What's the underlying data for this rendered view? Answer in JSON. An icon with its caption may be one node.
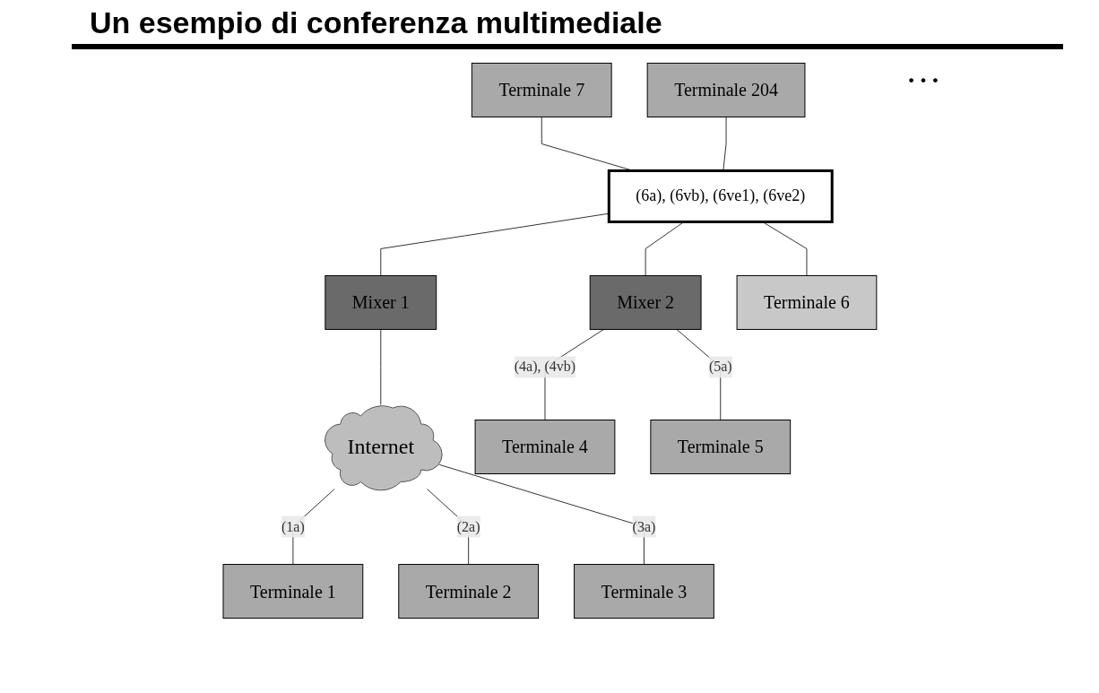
{
  "diagram": {
    "title": "Un esempio di conferenza multimediale",
    "nodes": [
      {
        "text": [
          "Terminale 7"
        ]
      },
      {
        "text": [
          "Terminale 204"
        ]
      },
      {
        "text": [
          "(6a), (6vb), (6ve1), (6ve2)"
        ]
      },
      {
        "text": [
          "Mixer 1"
        ]
      },
      {
        "text": [
          "Mixer 2"
        ]
      },
      {
        "text": [
          "Terminale 6"
        ]
      },
      {
        "text": [
          "Internet"
        ]
      },
      {
        "text": [
          "Terminale 1"
        ]
      },
      {
        "text": [
          "Terminale 2"
        ]
      },
      {
        "text": [
          "Terminale 3"
        ]
      },
      {
        "text": [
          "Terminale 4"
        ]
      },
      {
        "text": [
          "Terminale 5"
        ]
      }
    ],
    "edges": [
      {
        "from": 0,
        "to": 2,
        "arrow": "none"
      },
      {
        "from": 1,
        "to": 2,
        "arrow": "none"
      },
      {
        "from": 2,
        "to": 3,
        "arrow": "none"
      },
      {
        "from": 2,
        "to": 4,
        "arrow": "none"
      },
      {
        "from": 2,
        "to": 5,
        "arrow": "none"
      },
      {
        "from": 3,
        "to": 6,
        "arrow": "none"
      },
      {
        "from": 6,
        "to": 7,
        "label": "(1a)",
        "arrow": "none"
      },
      {
        "from": 6,
        "to": 8,
        "label": "(2a)",
        "arrow": "none"
      },
      {
        "from": 6,
        "to": 9,
        "label": "(3a)",
        "arrow": "none"
      },
      {
        "from": 4,
        "to": 10,
        "label": "(4a), (4vb)",
        "arrow": "none"
      },
      {
        "from": 4,
        "to": 11,
        "label": "(5a)",
        "arrow": "none"
      }
    ],
    "labels": [
      "…"
    ]
  }
}
